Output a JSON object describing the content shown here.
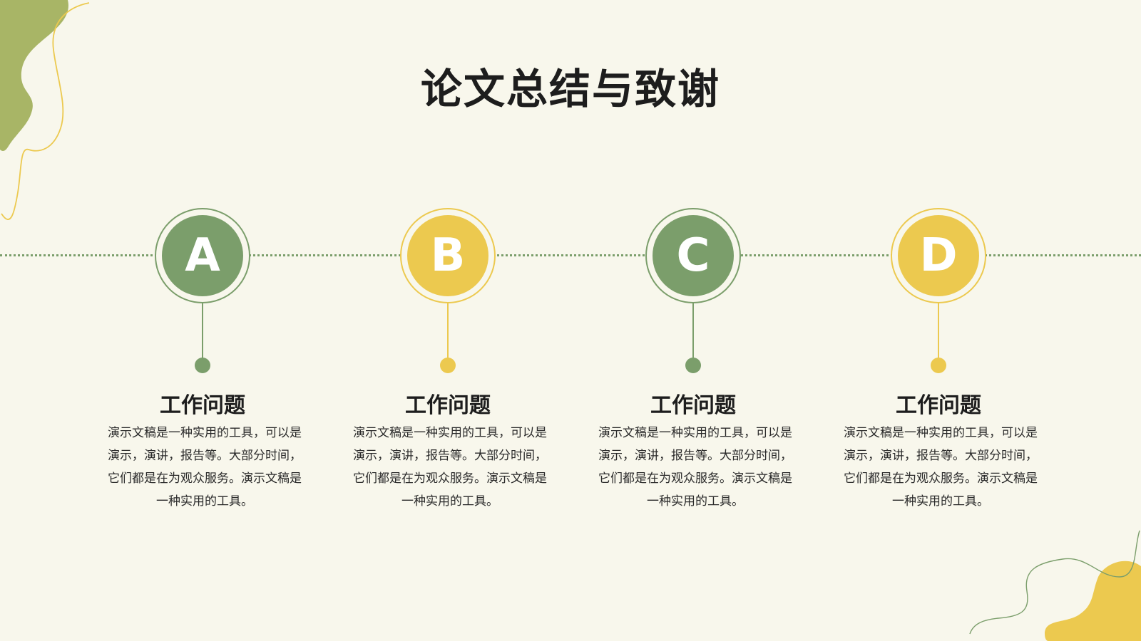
{
  "slide": {
    "title": "论文总结与致谢"
  },
  "colors": {
    "background": "#f8f7ec",
    "green": "#7b9e6b",
    "yellow": "#ecc94f",
    "olive_blob": "#a8b566",
    "text": "#1d1d1d"
  },
  "steps": [
    {
      "letter": "A",
      "color": "green",
      "title": "工作问题",
      "body": "演示文稿是一种实用的工具，可以是演示，演讲，报告等。大部分时间，它们都是在为观众服务。演示文稿是一种实用的工具。"
    },
    {
      "letter": "B",
      "color": "yellow",
      "title": "工作问题",
      "body": "演示文稿是一种实用的工具，可以是演示，演讲，报告等。大部分时间，它们都是在为观众服务。演示文稿是一种实用的工具。"
    },
    {
      "letter": "C",
      "color": "green",
      "title": "工作问题",
      "body": "演示文稿是一种实用的工具，可以是演示，演讲，报告等。大部分时间，它们都是在为观众服务。演示文稿是一种实用的工具。"
    },
    {
      "letter": "D",
      "color": "yellow",
      "title": "工作问题",
      "body": "演示文稿是一种实用的工具，可以是演示，演讲，报告等。大部分时间，它们都是在为观众服务。演示文稿是一种实用的工具。"
    }
  ]
}
